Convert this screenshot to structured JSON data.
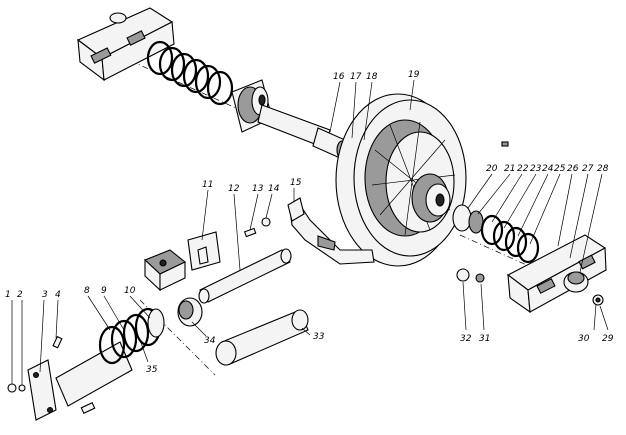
{
  "callouts": [
    {
      "id": "1",
      "text": "1"
    },
    {
      "id": "2",
      "text": "2"
    },
    {
      "id": "3",
      "text": "3"
    },
    {
      "id": "4",
      "text": "4"
    },
    {
      "id": "8",
      "text": "8"
    },
    {
      "id": "9",
      "text": "9"
    },
    {
      "id": "10",
      "text": "10"
    },
    {
      "id": "11",
      "text": "11"
    },
    {
      "id": "12",
      "text": "12"
    },
    {
      "id": "13",
      "text": "13"
    },
    {
      "id": "14",
      "text": "14"
    },
    {
      "id": "15",
      "text": "15"
    },
    {
      "id": "16",
      "text": "16"
    },
    {
      "id": "17",
      "text": "17"
    },
    {
      "id": "18",
      "text": "18"
    },
    {
      "id": "19",
      "text": "19"
    },
    {
      "id": "20",
      "text": "20"
    },
    {
      "id": "21",
      "text": "21"
    },
    {
      "id": "22",
      "text": "22"
    },
    {
      "id": "23",
      "text": "23"
    },
    {
      "id": "24",
      "text": "24"
    },
    {
      "id": "25",
      "text": "25"
    },
    {
      "id": "26",
      "text": "26"
    },
    {
      "id": "27",
      "text": "27"
    },
    {
      "id": "28",
      "text": "28"
    },
    {
      "id": "29",
      "text": "29"
    },
    {
      "id": "30",
      "text": "30"
    },
    {
      "id": "31",
      "text": "31"
    },
    {
      "id": "32",
      "text": "32"
    },
    {
      "id": "33",
      "text": "33"
    },
    {
      "id": "34",
      "text": "34"
    },
    {
      "id": "35",
      "text": "35"
    }
  ],
  "colors": {
    "ink": "#000000",
    "paper": "#ffffff",
    "shade": "#9a9a9a"
  }
}
